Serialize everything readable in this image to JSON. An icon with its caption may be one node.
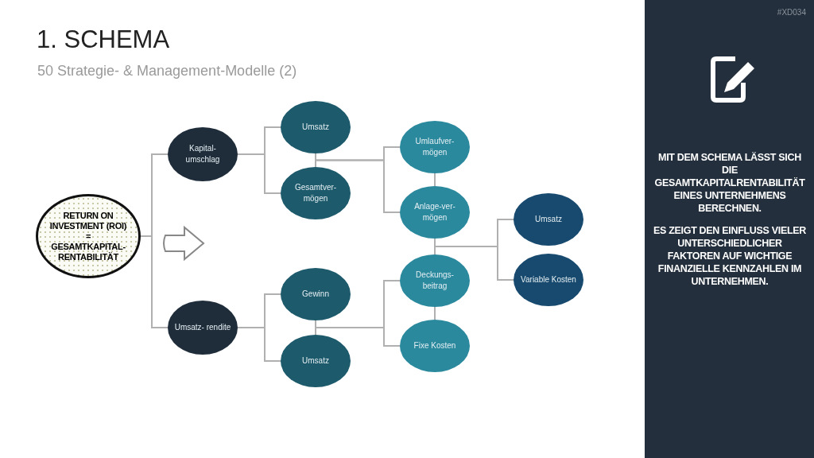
{
  "diagram": {
    "title": "1. SCHEMA",
    "nodes": [
      {
        "text": [
          "RETURN ON INVESTMENT (ROI) = GESAMTKAPITAL- RENTABILITÄT"
        ]
      },
      {
        "text": [
          "Kapital- umschlag"
        ]
      },
      {
        "text": [
          "Umsatz- rendite"
        ]
      },
      {
        "text": [
          "Umsatz"
        ]
      },
      {
        "text": [
          "Gesamtver- mögen"
        ]
      },
      {
        "text": [
          "Gewinn"
        ]
      },
      {
        "text": [
          "Umsatz"
        ]
      },
      {
        "text": [
          "Umlaufver- mögen"
        ]
      },
      {
        "text": [
          "Anlage-ver- mögen"
        ]
      },
      {
        "text": [
          "Deckungs- beitrag"
        ]
      },
      {
        "text": [
          "Fixe Kosten"
        ]
      },
      {
        "text": [
          "Umsatz"
        ]
      },
      {
        "text": [
          "Variable Kosten"
        ]
      }
    ],
    "edges": [
      {
        "from": 0,
        "to": 1,
        "arrow": "none"
      },
      {
        "from": 0,
        "to": 2,
        "arrow": "none"
      },
      {
        "from": 1,
        "to": 3,
        "arrow": "none"
      },
      {
        "from": 1,
        "to": 4,
        "arrow": "none"
      },
      {
        "from": 3,
        "to": 4,
        "arrow": "none"
      },
      {
        "from": 4,
        "to": 7,
        "arrow": "none"
      },
      {
        "from": 4,
        "to": 8,
        "arrow": "none"
      },
      {
        "from": 7,
        "to": 8,
        "arrow": "none"
      },
      {
        "from": 8,
        "to": 9,
        "arrow": "none"
      },
      {
        "from": 9,
        "to": 11,
        "arrow": "none"
      },
      {
        "from": 9,
        "to": 12,
        "arrow": "none"
      },
      {
        "from": 2,
        "to": 5,
        "arrow": "none"
      },
      {
        "from": 2,
        "to": 6,
        "arrow": "none"
      },
      {
        "from": 5,
        "to": 6,
        "arrow": "none"
      },
      {
        "from": 5,
        "to": 9,
        "arrow": "none"
      },
      {
        "from": 5,
        "to": 10,
        "arrow": "none"
      },
      {
        "from": 9,
        "to": 10,
        "arrow": "none"
      }
    ],
    "labels": [
      "50 Strategie- & Management-Modelle (2)",
      "#XD034",
      "MIT DEM SCHEMA LÄSST SICH DIE GESAMTKAPITALRENTABILITÄT EINES UNTERNEHMENS BERECHNEN.",
      "ES ZEIGT DEN EINFLUSS VIELER UNTERSCHIEDLICHER FAKTOREN AUF WICHTIGE FINANZIELLE KENNZAHLEN IM UNTERNEHMEN."
    ]
  }
}
